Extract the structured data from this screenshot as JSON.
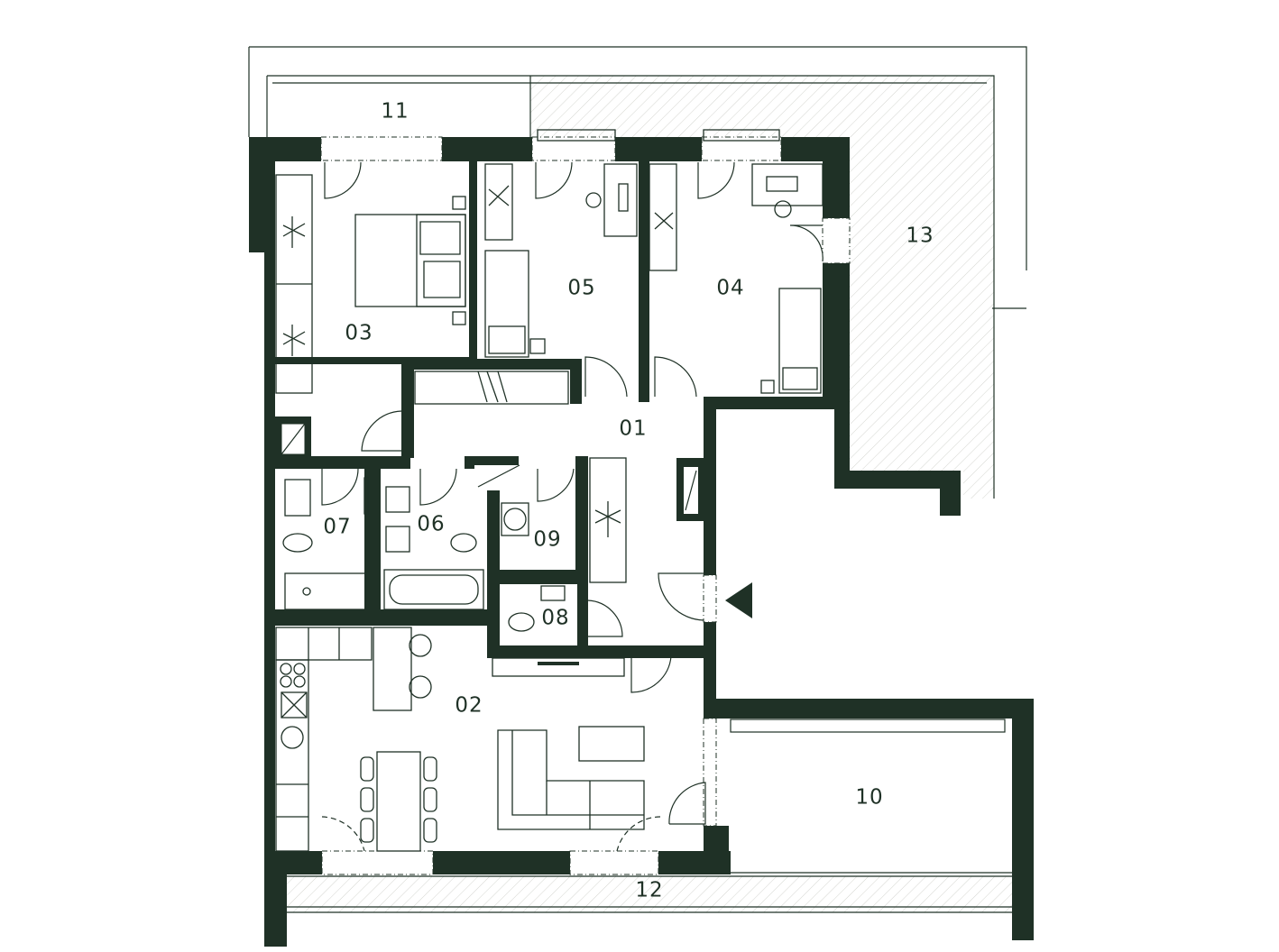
{
  "colors": {
    "wall": "#1f3126",
    "hatch": "#c9cbc4",
    "background": "#ffffff"
  },
  "icons": {
    "entrance": "triangle-left-icon"
  },
  "rooms": [
    {
      "id": "room-01",
      "label": "01"
    },
    {
      "id": "room-02",
      "label": "02"
    },
    {
      "id": "room-03",
      "label": "03"
    },
    {
      "id": "room-04",
      "label": "04"
    },
    {
      "id": "room-05",
      "label": "05"
    },
    {
      "id": "room-06",
      "label": "06"
    },
    {
      "id": "room-07",
      "label": "07"
    },
    {
      "id": "room-08",
      "label": "08"
    },
    {
      "id": "room-09",
      "label": "09"
    },
    {
      "id": "room-10",
      "label": "10"
    },
    {
      "id": "room-11",
      "label": "11"
    },
    {
      "id": "room-12",
      "label": "12"
    },
    {
      "id": "room-13",
      "label": "13"
    }
  ]
}
